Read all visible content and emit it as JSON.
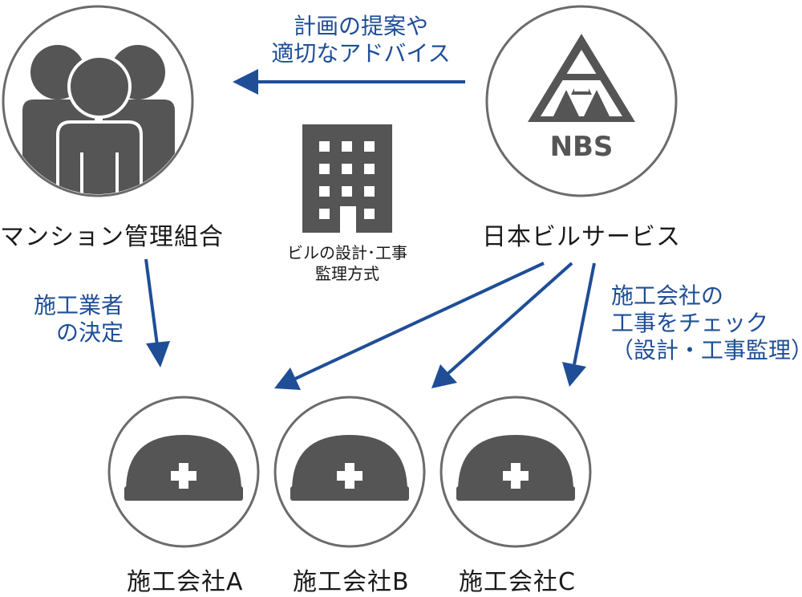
{
  "nodes": {
    "union": {
      "label": "マンション管理組合"
    },
    "nbs": {
      "label": "日本ビルサービス",
      "logo_text": "NBS"
    },
    "company_a": {
      "label": "施工会社A"
    },
    "company_b": {
      "label": "施工会社B"
    },
    "company_c": {
      "label": "施工会社C"
    }
  },
  "building": {
    "caption_lines": [
      "ビルの設計･工事",
      "監理方式"
    ]
  },
  "edges": {
    "proposal": {
      "label_lines": [
        "計画の提案や",
        "適切なアドバイス"
      ]
    },
    "decision": {
      "label_lines": [
        "施工業者",
        "の決定"
      ]
    },
    "check": {
      "label_lines": [
        "施工会社の",
        "工事をチェック",
        "（設計・工事監理）"
      ]
    }
  },
  "colors": {
    "icon_gray": "#555555",
    "circle_stroke": "#6b6b6b",
    "arrow_blue": "#1f4e97",
    "text_blue": "#1f4e97"
  }
}
